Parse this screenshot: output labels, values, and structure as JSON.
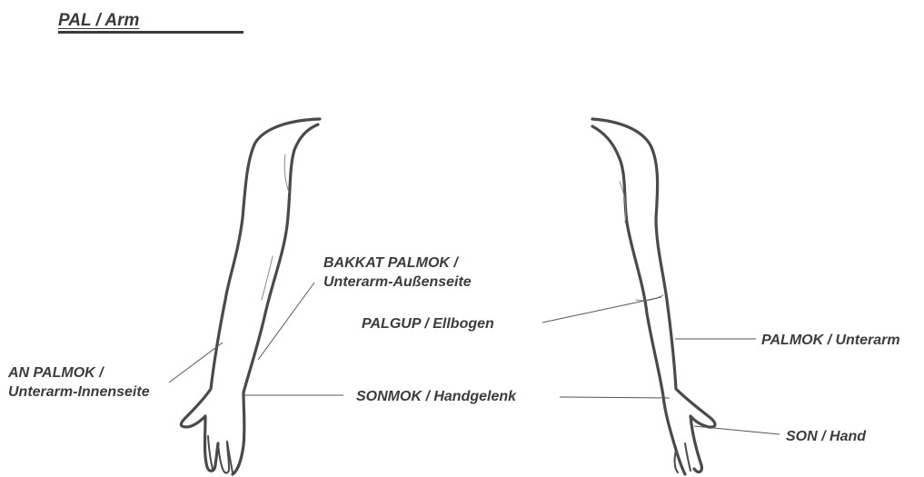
{
  "title": "PAL / Arm",
  "labels": {
    "bakkat_palmok": [
      "BAKKAT PALMOK /",
      "Unterarm-Außenseite"
    ],
    "an_palmok": [
      "AN PALMOK /",
      "Unterarm-Innenseite"
    ],
    "palgup": "PALGUP / Ellbogen",
    "sonmok": "SONMOK / Handgelenk",
    "palmok": "PALMOK / Unterarm",
    "son": "SON / Hand"
  }
}
